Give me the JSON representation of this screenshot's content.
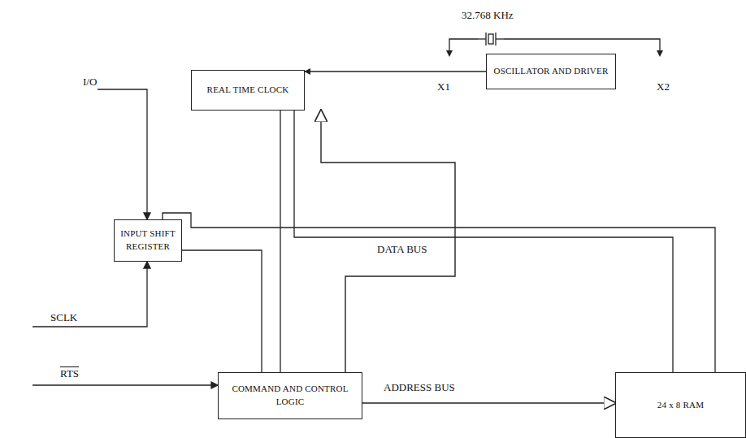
{
  "diagram": {
    "nodes": [
      {
        "text": [
          "REAL TIME CLOCK"
        ]
      },
      {
        "text": [
          "OSCILLATOR AND DRIVER"
        ]
      },
      {
        "text": [
          "INPUT SHIFT REGISTER"
        ]
      },
      {
        "text": [
          "COMMAND AND CONTROL LOGIC"
        ]
      },
      {
        "text": [
          "24 x 8 RAM"
        ]
      }
    ],
    "edges": [
      {
        "from": 1,
        "to": 0,
        "arrow": "to"
      },
      {
        "from": 0,
        "to": 4,
        "arrow": "none"
      },
      {
        "from": 2,
        "to": 4,
        "arrow": "none"
      },
      {
        "from": 0,
        "to": 3,
        "arrow": "none"
      },
      {
        "from": 2,
        "to": 3,
        "arrow": "none"
      },
      {
        "from": 3,
        "to": 4,
        "arrow": "to"
      },
      {
        "from": 3,
        "to": 0,
        "arrow": "to"
      }
    ],
    "labels": [
      "32.768 KHz",
      "X1",
      "X2",
      "I/O",
      "SCLK",
      "RTS",
      "DATA BUS",
      "ADDRESS BUS"
    ]
  }
}
